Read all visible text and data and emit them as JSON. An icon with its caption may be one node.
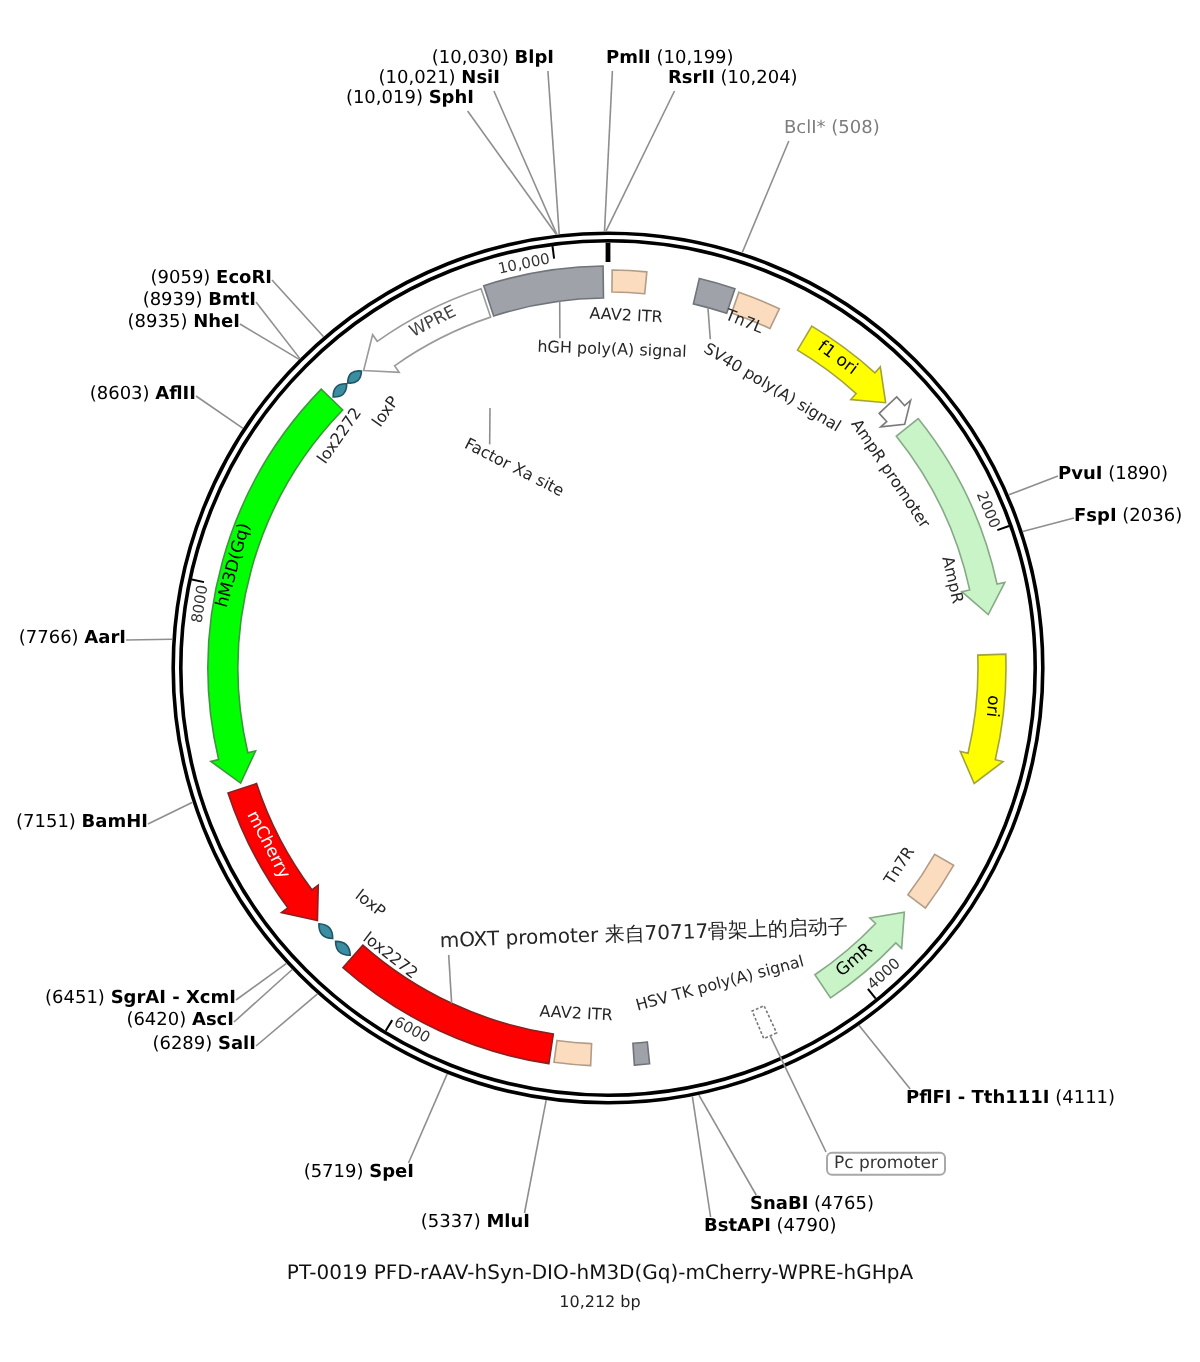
{
  "diagram": {
    "title": "PT-0019 PFD-rAAV-hSyn-DIO-hM3D(Gq)-mCherry-WPRE-hGHpA",
    "caption": "10,212 bp",
    "nodes": [
      {
        "text": [],
        "shape": "circle"
      },
      {
        "text": [],
        "shape": "box",
        "in": 0
      },
      {
        "text": [],
        "shape": "box",
        "in": 0
      },
      {
        "text": [],
        "shape": "box",
        "in": 0,
        "beside": [
          "Tn7L"
        ]
      },
      {
        "text": [
          "f1 ori"
        ],
        "in": 0
      },
      {
        "text": [],
        "shape": "arrow",
        "in": 0,
        "beside": [
          "AmpR promoter"
        ]
      },
      {
        "text": [],
        "shape": "arrow",
        "in": 0,
        "beside": [
          "AmpR"
        ]
      },
      {
        "text": [
          "ori"
        ],
        "in": 0
      },
      {
        "text": [],
        "shape": "box",
        "in": 0,
        "beside": [
          "Tn7R"
        ]
      },
      {
        "text": [
          "GmR"
        ],
        "in": 0
      },
      {
        "text": [],
        "shape": "box",
        "in": 0
      },
      {
        "text": [],
        "shape": "box",
        "in": 0
      },
      {
        "text": [],
        "shape": "box",
        "in": 0
      },
      {
        "text": [],
        "shape": "bar",
        "in": 0
      },
      {
        "text": [],
        "shape": "diamond",
        "in": 0
      },
      {
        "text": [],
        "shape": "diamond",
        "in": 0,
        "beside": [
          "loxP"
        ]
      },
      {
        "text": [
          "mCherry"
        ],
        "in": 0
      },
      {
        "text": [
          "hM3D(Gq)"
        ],
        "in": 0
      },
      {
        "text": [],
        "shape": "diamond",
        "in": 0
      },
      {
        "text": [],
        "shape": "diamond",
        "in": 0,
        "beside": [
          "loxP"
        ]
      },
      {
        "text": [
          "WPRE"
        ],
        "in": 0
      },
      {
        "text": [],
        "shape": "box",
        "in": 0
      },
      {
        "text": [
          "SV40 poly(A) signal"
        ],
        "in": 0
      },
      {
        "text": [
          "Pc promoter"
        ]
      },
      {
        "text": [
          "mOXT promoter 来自70717骨架上的启动子"
        ],
        "in": 0
      },
      {
        "text": [
          "Factor Xa site"
        ],
        "in": 0
      },
      {
        "text": [
          "hGH poly(A) signal"
        ],
        "in": 0
      },
      {
        "text": [
          "(10,030) **BlpI**"
        ]
      },
      {
        "text": [
          "(10,021) **NsiI**"
        ]
      },
      {
        "text": [
          "(10,019) **SphI**"
        ]
      },
      {
        "text": [
          "**PmlI** (10,199)"
        ]
      },
      {
        "text": [
          "**RsrII** (10,204)"
        ]
      },
      {
        "text": [
          "BclI* (508)"
        ]
      },
      {
        "text": [
          "**PvuI** (1890)"
        ]
      },
      {
        "text": [
          "**FspI** (2036)"
        ]
      },
      {
        "text": [
          "**PflFI - Tth111I** (4111)"
        ]
      },
      {
        "text": [
          "**SnaBI** (4765)"
        ]
      },
      {
        "text": [
          "**BstAPI** (4790)"
        ]
      },
      {
        "text": [
          "(5337) **MluI**"
        ]
      },
      {
        "text": [
          "(5719) **SpeI**"
        ]
      },
      {
        "text": [
          "(6289) **SalI**"
        ]
      },
      {
        "text": [
          "(6420) **AscI**"
        ]
      },
      {
        "text": [
          "(6451) **SgrAI - XcmI**"
        ]
      },
      {
        "text": [
          "(7151) **BamHI**"
        ]
      },
      {
        "text": [
          "(7766) **AarI**"
        ]
      },
      {
        "text": [
          "(8603) **AflII**"
        ]
      },
      {
        "text": [
          "(8935) **NheI**"
        ]
      },
      {
        "text": [
          "(8939) **BmtI**"
        ]
      },
      {
        "text": [
          "(9059) **EcoRI**"
        ]
      }
    ],
    "edges": [
      {
        "from": 26,
        "to": 21,
        "arrow": "none"
      },
      {
        "from": 22,
        "to": 2,
        "arrow": "none"
      },
      {
        "from": 23,
        "to": 10,
        "arrow": "none"
      },
      {
        "from": 24,
        "to": 13,
        "arrow": "none"
      },
      {
        "from": 25,
        "to": null,
        "arrow": "none"
      },
      {
        "from": 27,
        "to": 0,
        "arrow": "none"
      },
      {
        "from": 28,
        "to": 0,
        "arrow": "none"
      },
      {
        "from": 29,
        "to": 0,
        "arrow": "none"
      },
      {
        "from": 30,
        "to": 0,
        "arrow": "none"
      },
      {
        "from": 31,
        "to": 0,
        "arrow": "none"
      },
      {
        "from": 32,
        "to": 0,
        "arrow": "none"
      },
      {
        "from": 33,
        "to": 0,
        "arrow": "none"
      },
      {
        "from": 34,
        "to": 0,
        "arrow": "none"
      },
      {
        "from": 35,
        "to": 0,
        "arrow": "none"
      },
      {
        "from": 36,
        "to": 0,
        "arrow": "none"
      },
      {
        "from": 37,
        "to": 0,
        "arrow": "none"
      },
      {
        "from": 38,
        "to": 0,
        "arrow": "none"
      },
      {
        "from": 39,
        "to": 0,
        "arrow": "none"
      },
      {
        "from": 40,
        "to": 0,
        "arrow": "none"
      },
      {
        "from": 41,
        "to": 0,
        "arrow": "none"
      },
      {
        "from": 42,
        "to": 0,
        "arrow": "none"
      },
      {
        "from": 43,
        "to": 0,
        "arrow": "none"
      },
      {
        "from": 44,
        "to": 0,
        "arrow": "none"
      },
      {
        "from": 45,
        "to": 0,
        "arrow": "none"
      },
      {
        "from": 46,
        "to": 0,
        "arrow": "none"
      },
      {
        "from": 47,
        "to": 0,
        "arrow": "none"
      },
      {
        "from": 48,
        "to": 0,
        "arrow": "none"
      }
    ],
    "labels": [
      "10,000",
      "AAV2 ITR",
      "lox2272",
      "2000",
      "8000",
      "lox2272",
      "4000",
      "HSV TK poly(A) signal",
      "AAV2 ITR",
      "6000"
    ]
  }
}
